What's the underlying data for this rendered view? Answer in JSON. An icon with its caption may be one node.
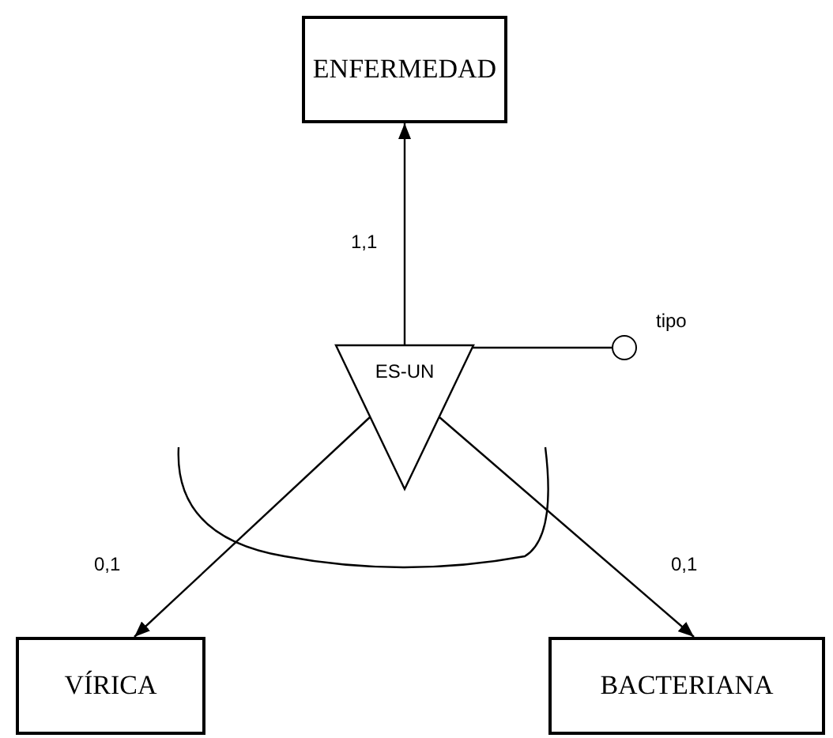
{
  "diagram": {
    "nodes": [
      {
        "text": [
          "ENFERMEDAD"
        ]
      },
      {
        "text": [
          "ES-UN"
        ]
      },
      {
        "text": [],
        "shape": "circle",
        "beside": [
          "tipo"
        ]
      },
      {
        "text": [
          "VÍRICA"
        ]
      },
      {
        "text": [
          "BACTERIANA"
        ]
      }
    ],
    "edges": [
      {
        "from": 1,
        "to": 0,
        "arrow": "to",
        "label": "1,1"
      },
      {
        "from": 1,
        "to": 2,
        "arrow": "none"
      },
      {
        "from": 1,
        "to": 3,
        "arrow": "to",
        "label": "0,1"
      },
      {
        "from": 1,
        "to": 4,
        "arrow": "to",
        "label": "0,1"
      }
    ]
  }
}
